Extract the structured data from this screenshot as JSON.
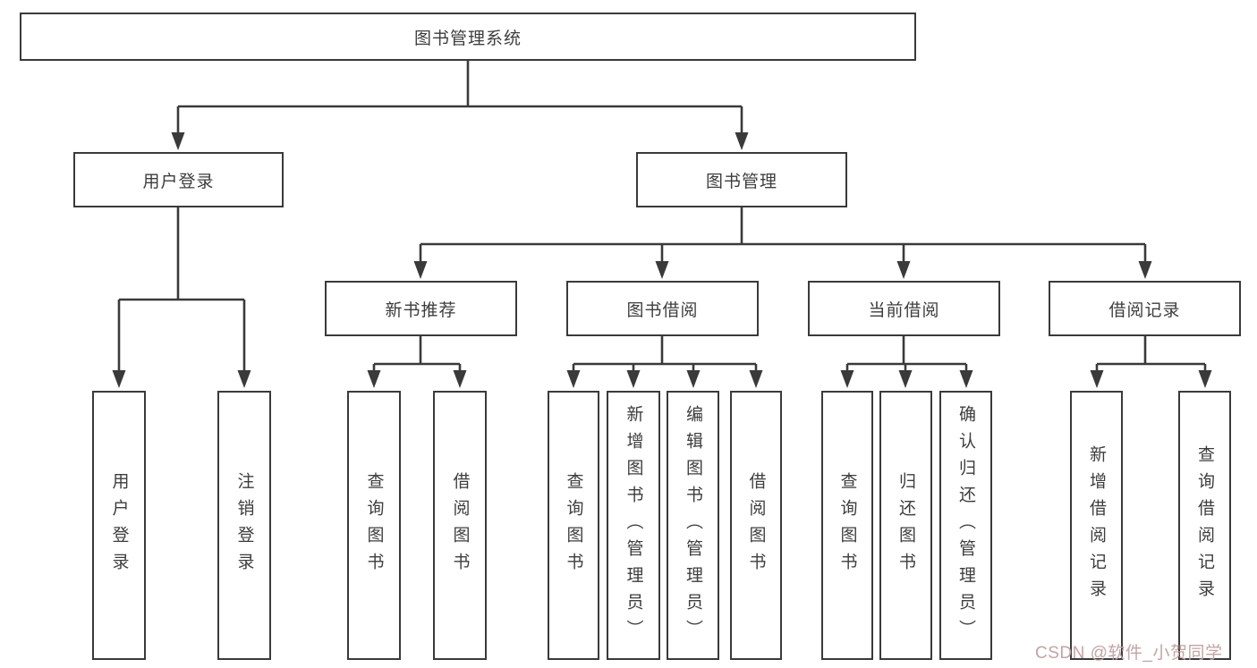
{
  "tree": {
    "root": "图书管理系统",
    "login": {
      "label": "用户登录",
      "children": [
        "用户登录",
        "注销登录"
      ]
    },
    "management": {
      "label": "图书管理",
      "modules": [
        {
          "label": "新书推荐",
          "children": [
            "查询图书",
            "借阅图书"
          ]
        },
        {
          "label": "图书借阅",
          "children": [
            "查询图书",
            "新增图书（管理员）",
            "编辑图书（管理员）",
            "借阅图书"
          ]
        },
        {
          "label": "当前借阅",
          "children": [
            "查询图书",
            "归还图书",
            "确认归还（管理员）"
          ]
        },
        {
          "label": "借阅记录",
          "children": [
            "新增借阅记录",
            "查询借阅记录"
          ]
        }
      ]
    }
  },
  "watermark": "CSDN @软件_小贺同学",
  "colors": {
    "line": "#3a3a3a",
    "text": "#3d3d3d",
    "node_background": "#ffffff",
    "watermark": "#c4a4a4",
    "background": "#ffffff"
  }
}
